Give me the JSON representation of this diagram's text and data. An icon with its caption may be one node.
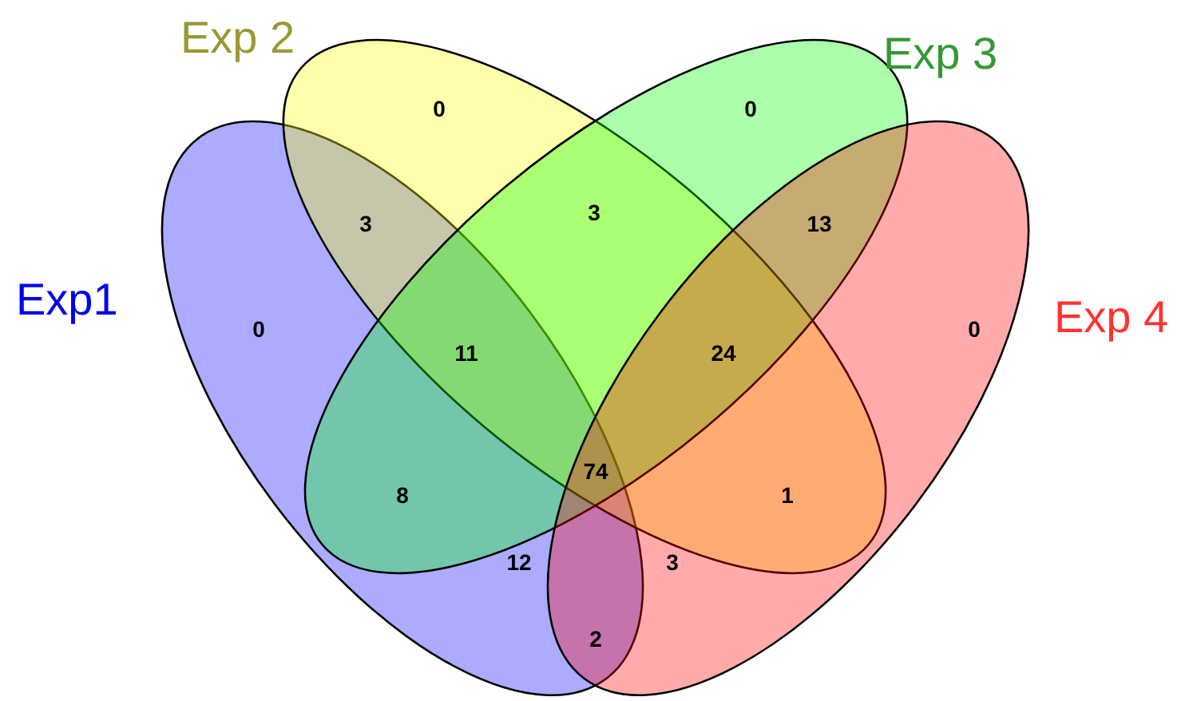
{
  "diagram": {
    "nodes": [
      {
        "text": [
          "Exp1"
        ]
      },
      {
        "text": [
          "Exp 2"
        ]
      },
      {
        "text": [
          "Exp 3"
        ]
      },
      {
        "text": [
          "Exp 4"
        ]
      }
    ],
    "edges": [],
    "labels": [
      "0",
      "0",
      "3",
      "3",
      "13",
      "0",
      "11",
      "24",
      "0",
      "8",
      "74",
      "1",
      "12",
      "3",
      "2"
    ]
  }
}
